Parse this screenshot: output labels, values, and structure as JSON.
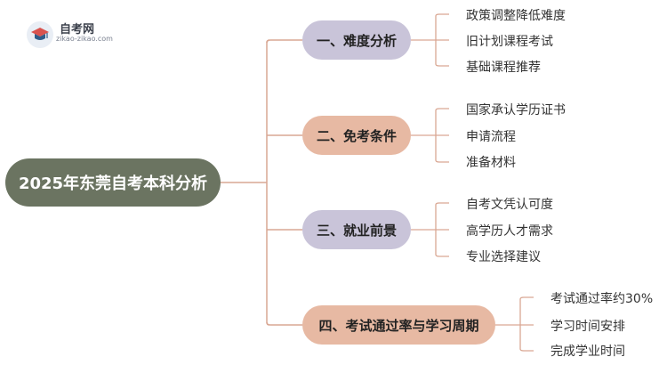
{
  "logo": {
    "title": "自考网",
    "url": "zikao-zikao.com",
    "icon": "graduation-cap-icon"
  },
  "root": {
    "label": "2025年东莞自考本科分析"
  },
  "branches": [
    {
      "label": "一、难度分析",
      "color": "#c9c4d9",
      "leaves": [
        "政策调整降低难度",
        "旧计划课程考试",
        "基础课程推荐"
      ]
    },
    {
      "label": "二、免考条件",
      "color": "#e7b9a3",
      "leaves": [
        "国家承认学历证书",
        "申请流程",
        "准备材料"
      ]
    },
    {
      "label": "三、就业前景",
      "color": "#c9c4d9",
      "leaves": [
        "自考文凭认可度",
        "高学历人才需求",
        "专业选择建议"
      ]
    },
    {
      "label": "四、考试通过率与学习周期",
      "color": "#e7b9a3",
      "leaves": [
        "考试通过率约30%",
        "学习时间安排",
        "完成学业时间"
      ]
    }
  ],
  "colors": {
    "root": "#6b7461",
    "connector": "#d9a793",
    "branch_purple": "#c9c4d9",
    "branch_salmon": "#e7b9a3"
  }
}
